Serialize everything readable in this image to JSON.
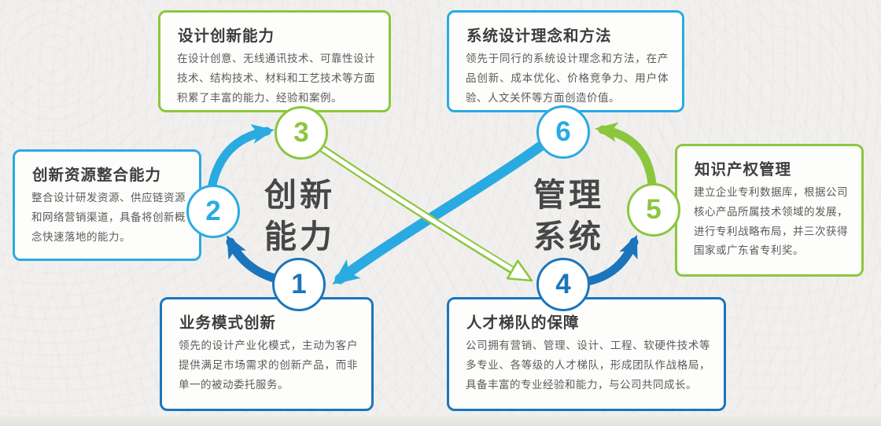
{
  "colors": {
    "cyan": "#29ABE2",
    "blue": "#1B75BC",
    "green": "#8CC63F",
    "title": "#3D3D3D",
    "body": "#5A5A5A",
    "label": "#474747"
  },
  "center_labels": {
    "left": {
      "line1": "创新",
      "line2": "能力"
    },
    "right": {
      "line1": "管理",
      "line2": "系统"
    }
  },
  "cards": [
    {
      "title": "设计创新能力",
      "body": "在设计创意、无线通讯技术、可靠性设计技术、结构技术、材料和工艺技术等方面积累了丰富的能力、经验和案例。",
      "accent": "green"
    },
    {
      "title": "创新资源整合能力",
      "body": "整合设计研发资源、供应链资源和网络营销渠道，具备将创新概念快速落地的能力。",
      "accent": "cyan"
    },
    {
      "title": "业务模式创新",
      "body": "领先的设计产业化模式，主动为客户提供满足市场需求的创新产品，而非单一的被动委托服务。",
      "accent": "blue"
    },
    {
      "title": "系统设计理念和方法",
      "body": "领先于同行的系统设计理念和方法，在产品创新、成本优化、价格竞争力、用户体验、人文关怀等方面创造价值。",
      "accent": "cyan"
    },
    {
      "title": "知识产权管理",
      "body": "建立企业专利数据库，根据公司核心产品所属技术领域的发展，进行专利战略布局，并三次获得国家或广东省专利奖。",
      "accent": "green"
    },
    {
      "title": "人才梯队的保障",
      "body": "公司拥有营销、管理、设计、工程、软硬件技术等多专业、各等级的人才梯队，形成团队作战格局，具备丰富的专业经验和能力，与公司共同成长。",
      "accent": "blue"
    }
  ],
  "circles": [
    {
      "number": "1",
      "accent": "blue"
    },
    {
      "number": "2",
      "accent": "cyan"
    },
    {
      "number": "3",
      "accent": "green"
    },
    {
      "number": "4",
      "accent": "blue"
    },
    {
      "number": "5",
      "accent": "green"
    },
    {
      "number": "6",
      "accent": "cyan"
    }
  ]
}
